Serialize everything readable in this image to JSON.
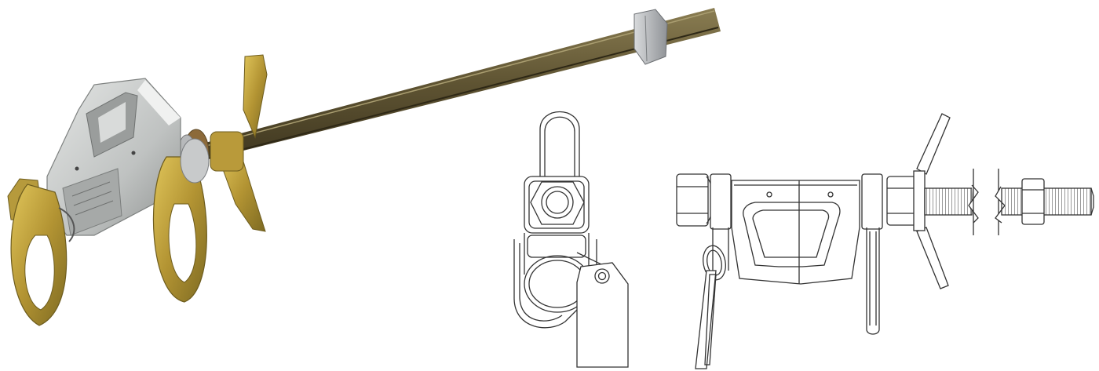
{
  "image": {
    "subject": "beam-clamp-anchor",
    "panels": [
      "product-photo",
      "end-view-drawing",
      "side-view-drawing"
    ]
  },
  "colors": {
    "background": "#ffffff",
    "rod": "#6b5f3a",
    "aluminum_body": "#c9cbc9",
    "zinc_yellow": "#c2a43a",
    "nut_steel": "#b9bcc0",
    "line_art": "#333333"
  }
}
